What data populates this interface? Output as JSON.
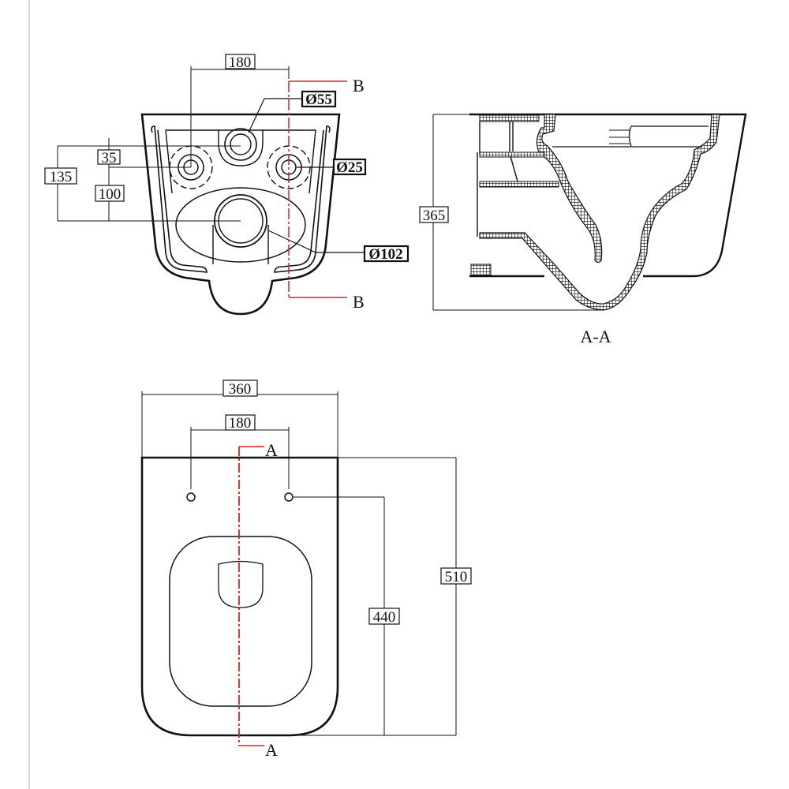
{
  "front_view": {
    "dim_width": "180",
    "dim_height_total": "135",
    "dim_pipe_spacing": "35",
    "dim_outlet_height": "100",
    "callout_inlet": "Ø55",
    "callout_bolt": "Ø25",
    "callout_outlet": "Ø102",
    "section_top": "B",
    "section_bottom": "B"
  },
  "side_view": {
    "dim_height": "365",
    "section_title": "A-A"
  },
  "top_view": {
    "dim_width": "360",
    "dim_hole_spacing": "180",
    "dim_length": "510",
    "dim_hole_to_front": "440",
    "section_top": "A",
    "section_bottom": "A"
  },
  "colors": {
    "line": "#111111",
    "section_line": "#e02020",
    "margin_line": "#cccccc"
  }
}
